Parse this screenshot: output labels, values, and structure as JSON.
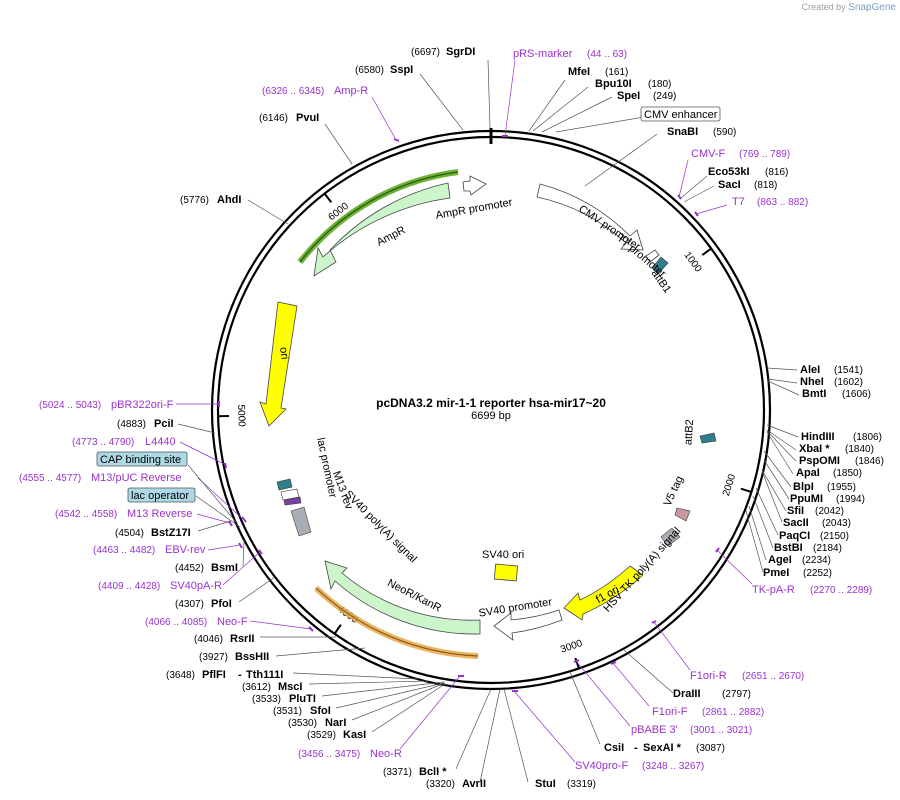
{
  "credit": {
    "prefix": "Created by",
    "brand": "SnapGene"
  },
  "title": "pcDNA3.2 mir-1-1 reporter hsa-mir17~20",
  "length_label": "6699 bp",
  "total_bp": 6699,
  "ticks": [
    {
      "bp": 1000,
      "label": "1000"
    },
    {
      "bp": 2000,
      "label": "2000"
    },
    {
      "bp": 3000,
      "label": "3000"
    },
    {
      "bp": 4000,
      "label": "4000"
    },
    {
      "bp": 5000,
      "label": "5000"
    },
    {
      "bp": 6000,
      "label": "6000"
    }
  ],
  "enzymes": [
    {
      "name": "SgrDI",
      "pos": "(6697)"
    },
    {
      "name": "SspI",
      "pos": "(6580)"
    },
    {
      "name": "PvuI",
      "pos": "(6146)"
    },
    {
      "name": "AhdI",
      "pos": "(5776)"
    },
    {
      "name": "MfeI",
      "pos": "(161)"
    },
    {
      "name": "Bpu10I",
      "pos": "(180)"
    },
    {
      "name": "SpeI",
      "pos": "(249)"
    },
    {
      "name": "SnaBI",
      "pos": "(590)"
    },
    {
      "name": "Eco53kI",
      "pos": "(816)"
    },
    {
      "name": "SacI",
      "pos": "(818)"
    },
    {
      "name": "AleI",
      "pos": "(1541)"
    },
    {
      "name": "NheI",
      "pos": "(1602)"
    },
    {
      "name": "BmtI",
      "pos": "(1606)"
    },
    {
      "name": "HindIII",
      "pos": "(1806)"
    },
    {
      "name": "XbaI *",
      "pos": "(1840)"
    },
    {
      "name": "PspOMI",
      "pos": "(1846)"
    },
    {
      "name": "ApaI",
      "pos": "(1850)"
    },
    {
      "name": "BlpI",
      "pos": "(1955)"
    },
    {
      "name": "PpuMI",
      "pos": "(1994)"
    },
    {
      "name": "SfiI",
      "pos": "(2042)"
    },
    {
      "name": "SacII",
      "pos": "(2043)"
    },
    {
      "name": "PaqCI",
      "pos": "(2150)"
    },
    {
      "name": "BstBI",
      "pos": "(2184)"
    },
    {
      "name": "AgeI",
      "pos": "(2234)"
    },
    {
      "name": "PmeI",
      "pos": "(2252)"
    },
    {
      "name": "DraIII",
      "pos": "(2797)"
    },
    {
      "name": "CsiI",
      "pos": "(3087)"
    },
    {
      "name": "SexAI *",
      "pos": ""
    },
    {
      "name": "StuI",
      "pos": "(3319)"
    },
    {
      "name": "AvrII",
      "pos": "(3320)"
    },
    {
      "name": "BclI *",
      "pos": "(3371)"
    },
    {
      "name": "KasI",
      "pos": "(3529)"
    },
    {
      "name": "NarI",
      "pos": "(3530)"
    },
    {
      "name": "SfoI",
      "pos": "(3531)"
    },
    {
      "name": "PluTI",
      "pos": "(3533)"
    },
    {
      "name": "MscI",
      "pos": "(3612)"
    },
    {
      "name": "PflFI",
      "pos": "(3648)"
    },
    {
      "name": "Tth111I",
      "pos": ""
    },
    {
      "name": "BssHII",
      "pos": "(3927)"
    },
    {
      "name": "RsrII",
      "pos": "(4046)"
    },
    {
      "name": "PfoI",
      "pos": "(4307)"
    },
    {
      "name": "BsmI",
      "pos": "(4452)"
    },
    {
      "name": "BstZ17I",
      "pos": "(4504)"
    },
    {
      "name": "PciI",
      "pos": "(4883)"
    }
  ],
  "primers": [
    {
      "name": "pRS-marker",
      "pos": "(44 .. 63)"
    },
    {
      "name": "Amp-R",
      "pos": "(6326 .. 6345)"
    },
    {
      "name": "CMV-F",
      "pos": "(769 .. 789)"
    },
    {
      "name": "T7",
      "pos": "(863 .. 882)"
    },
    {
      "name": "TK-pA-R",
      "pos": "(2270 .. 2289)"
    },
    {
      "name": "F1ori-R",
      "pos": "(2651 .. 2670)"
    },
    {
      "name": "F1ori-F",
      "pos": "(2861 .. 2882)"
    },
    {
      "name": "pBABE 3'",
      "pos": "(3001 .. 3021)"
    },
    {
      "name": "SV40pro-F",
      "pos": "(3248 .. 3267)"
    },
    {
      "name": "Neo-R",
      "pos": "(3456 .. 3475)"
    },
    {
      "name": "Neo-F",
      "pos": "(4066 .. 4085)"
    },
    {
      "name": "SV40pA-R",
      "pos": "(4409 .. 4428)"
    },
    {
      "name": "EBV-rev",
      "pos": "(4463 .. 4482)"
    },
    {
      "name": "M13 Reverse",
      "pos": "(4542 .. 4558)"
    },
    {
      "name": "M13/pUC Reverse",
      "pos": "(4555 .. 4577)"
    },
    {
      "name": "L4440",
      "pos": "(4773 .. 4790)"
    },
    {
      "name": "pBR322ori-F",
      "pos": "(5024 .. 5043)"
    }
  ],
  "boxed_features": [
    "CMV enhancer",
    "CAP binding site",
    "lac operator"
  ],
  "features": [
    "AmpR promoter",
    "AmpR",
    "ori",
    "CMV promoter",
    "T7 promoter",
    "attB1",
    "attB2",
    "V5 tag",
    "HSV TK poly(A) signal",
    "f1 ori",
    "SV40 promoter",
    "SV40 ori",
    "NeoR/KanR",
    "SV40 poly(A) signal",
    "lac promoter",
    "M13 rev"
  ],
  "colors": {
    "primer": "#9933cc",
    "ampr": "#ccf5cc",
    "ori": "#ffff00",
    "f1ori": "#ffff00",
    "neo": "#ccf5cc",
    "promoter": "#ffffff",
    "attb": "#2f7f8f",
    "boxed_feature": "#add8e6",
    "ori_small": "#ffff00",
    "gray_feature": "#a9aeb5",
    "v5": "#c49aa0",
    "orf_highlight_green": "#5fa61c",
    "orf_highlight_orange": "#e6a94a"
  }
}
